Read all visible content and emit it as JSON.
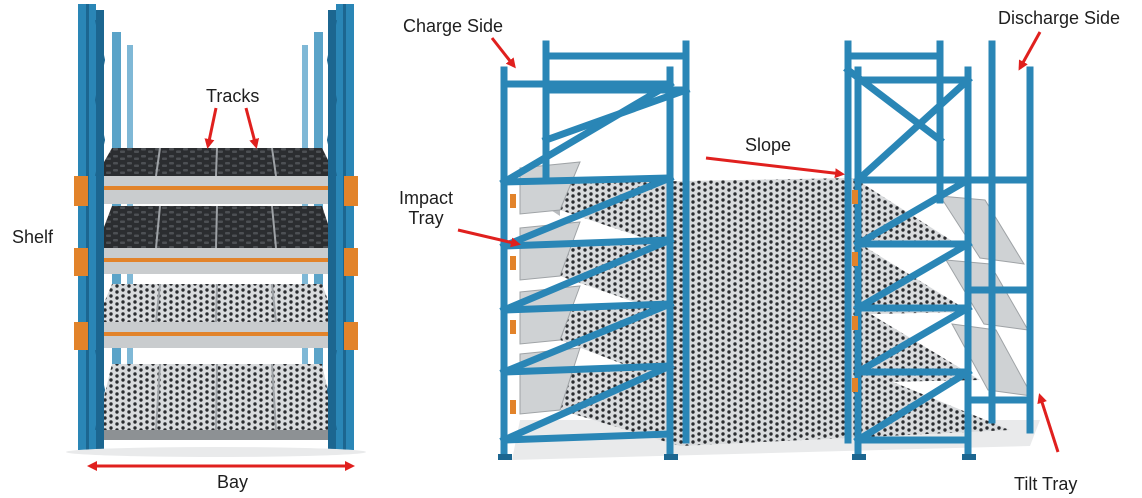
{
  "colors": {
    "upright": "#2a86b6",
    "upright_dark": "#1c6690",
    "beam_orange": "#e2832a",
    "beam_face": "#c9ccce",
    "track_dark": "#2b2d30",
    "track_light": "#b9bcbf",
    "tray": "#cfd2d4",
    "arrow": "#e0201e",
    "floor": "#e9eaeb"
  },
  "labels": {
    "tracks": "Tracks",
    "shelf": "Shelf",
    "bay": "Bay",
    "charge_side": "Charge Side",
    "discharge_side": "Discharge Side",
    "slope": "Slope",
    "impact_tray_line1": "Impact",
    "impact_tray_line2": "Tray",
    "tilt_tray": "Tilt Tray"
  }
}
